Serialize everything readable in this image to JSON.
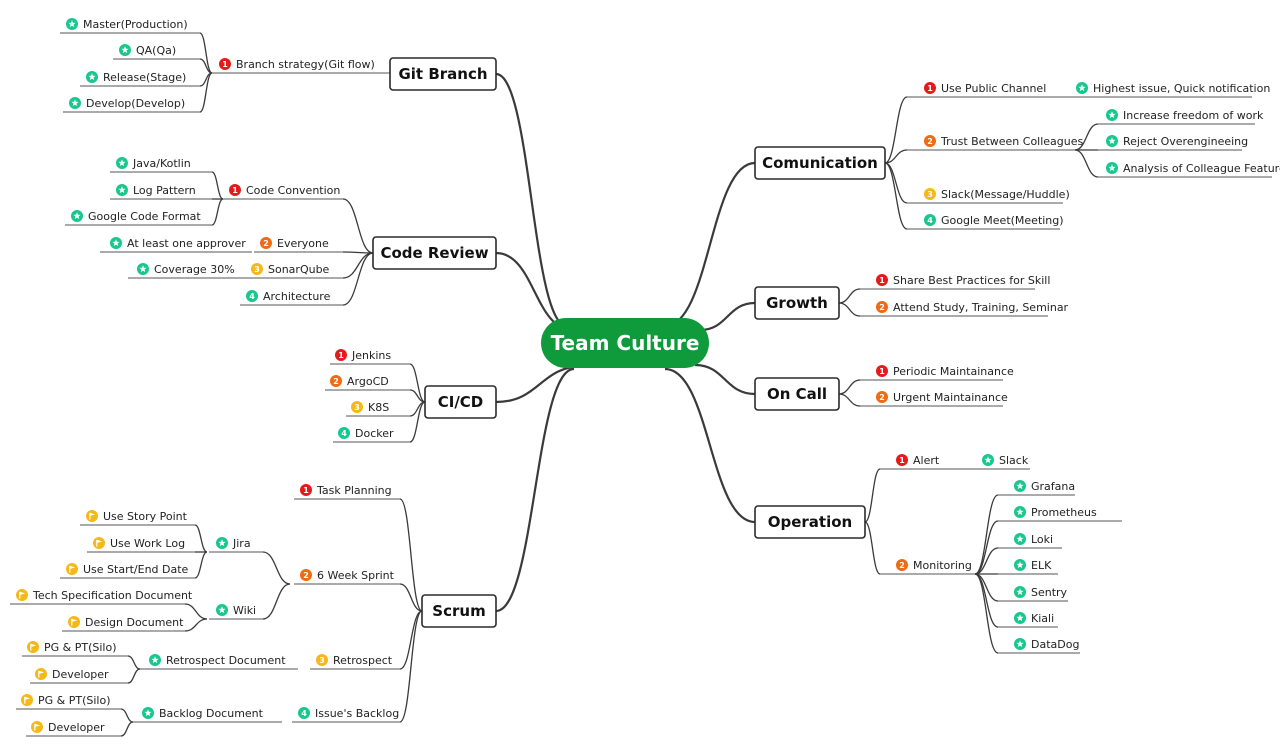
{
  "central_topic": "Team Culture",
  "colors": {
    "central": "#0f9a3c",
    "priority_1": "#e51b1b",
    "priority_2": "#ee6a13",
    "priority_3": "#f5b819",
    "priority_4": "#18c78b",
    "star_icon": "#18c78b",
    "flag_icon": "#f5b819"
  },
  "branches": {
    "git_branch": {
      "title": "Git Branch",
      "topics": [
        {
          "marker": "1",
          "label": "Branch strategy(Git flow)",
          "items": [
            "Master(Production)",
            "QA(Qa)",
            "Release(Stage)",
            "Develop(Develop)"
          ]
        }
      ]
    },
    "code_review": {
      "title": "Code Review",
      "topics": [
        {
          "marker": "1",
          "label": "Code Convention",
          "items": [
            "Java/Kotlin",
            "Log Pattern",
            "Google Code Format"
          ]
        },
        {
          "marker": "2",
          "label": "Everyone",
          "items": [
            "At least one approver"
          ]
        },
        {
          "marker": "3",
          "label": "SonarQube",
          "items": [
            "Coverage 30%"
          ]
        },
        {
          "marker": "4",
          "label": "Architecture",
          "items": []
        }
      ]
    },
    "cicd": {
      "title": "CI/CD",
      "topics": [
        {
          "marker": "1",
          "label": "Jenkins"
        },
        {
          "marker": "2",
          "label": "ArgoCD"
        },
        {
          "marker": "3",
          "label": "K8S"
        },
        {
          "marker": "4",
          "label": "Docker"
        }
      ]
    },
    "scrum": {
      "title": "Scrum",
      "topics": [
        {
          "marker": "1",
          "label": "Task Planning"
        },
        {
          "marker": "2",
          "label": "6 Week Sprint",
          "subtopics": [
            {
              "label": "Jira",
              "items": [
                "Use Story Point",
                "Use Work Log",
                "Use Start/End Date"
              ]
            },
            {
              "label": "Wiki",
              "items": [
                "Tech Specification Document",
                "Design Document"
              ]
            }
          ]
        },
        {
          "marker": "3",
          "label": "Retrospect",
          "subtopics": [
            {
              "label": "Retrospect Document",
              "items": [
                "PG & PT(Silo)",
                "Developer"
              ]
            }
          ]
        },
        {
          "marker": "4",
          "label": "Issue's Backlog",
          "subtopics": [
            {
              "label": "Backlog Document",
              "items": [
                "PG & PT(Silo)",
                "Developer"
              ]
            }
          ]
        }
      ]
    },
    "communication": {
      "title": "Comunication",
      "topics": [
        {
          "marker": "1",
          "label": "Use Public Channel",
          "items": [
            "Highest issue, Quick notification"
          ]
        },
        {
          "marker": "2",
          "label": "Trust Between Colleagues",
          "items": [
            "Increase freedom of work",
            "Reject Overengineeing",
            "Analysis of Colleague Feature"
          ]
        },
        {
          "marker": "3",
          "label": "Slack(Message/Huddle)",
          "items": []
        },
        {
          "marker": "4",
          "label": "Google Meet(Meeting)",
          "items": []
        }
      ]
    },
    "growth": {
      "title": "Growth",
      "topics": [
        {
          "marker": "1",
          "label": "Share Best Practices for Skill"
        },
        {
          "marker": "2",
          "label": "Attend Study, Training, Seminar"
        }
      ]
    },
    "on_call": {
      "title": "On Call",
      "topics": [
        {
          "marker": "1",
          "label": "Periodic Maintainance"
        },
        {
          "marker": "2",
          "label": "Urgent Maintainance"
        }
      ]
    },
    "operation": {
      "title": "Operation",
      "topics": [
        {
          "marker": "1",
          "label": "Alert",
          "items": [
            "Slack"
          ]
        },
        {
          "marker": "2",
          "label": "Monitoring",
          "items": [
            "Grafana",
            "Prometheus",
            "Loki",
            "ELK",
            "Sentry",
            "Kiali",
            "DataDog"
          ]
        }
      ]
    }
  }
}
